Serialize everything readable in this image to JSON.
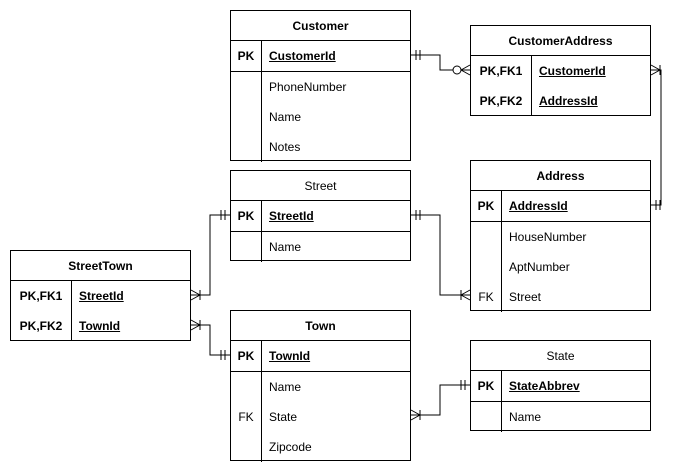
{
  "entities": {
    "customer": {
      "title": "Customer",
      "pk_rows": [
        {
          "key": "PK",
          "field": "CustomerId"
        }
      ],
      "rows": [
        {
          "key": "",
          "field": "PhoneNumber"
        },
        {
          "key": "",
          "field": "Name"
        },
        {
          "key": "",
          "field": "Notes"
        }
      ]
    },
    "customer_address": {
      "title": "CustomerAddress",
      "pk_rows": [
        {
          "key": "PK,FK1",
          "field": "CustomerId"
        },
        {
          "key": "PK,FK2",
          "field": "AddressId"
        }
      ],
      "rows": []
    },
    "street": {
      "title": "Street",
      "pk_rows": [
        {
          "key": "PK",
          "field": "StreetId"
        }
      ],
      "rows": [
        {
          "key": "",
          "field": "Name"
        }
      ]
    },
    "address": {
      "title": "Address",
      "pk_rows": [
        {
          "key": "PK",
          "field": "AddressId"
        }
      ],
      "rows": [
        {
          "key": "",
          "field": "HouseNumber"
        },
        {
          "key": "",
          "field": "AptNumber"
        },
        {
          "key": "FK",
          "field": "Street"
        }
      ]
    },
    "street_town": {
      "title": "StreetTown",
      "pk_rows": [
        {
          "key": "PK,FK1",
          "field": "StreetId"
        },
        {
          "key": "PK,FK2",
          "field": "TownId"
        }
      ],
      "rows": []
    },
    "town": {
      "title": "Town",
      "pk_rows": [
        {
          "key": "PK",
          "field": "TownId"
        }
      ],
      "rows": [
        {
          "key": "",
          "field": "Name"
        },
        {
          "key": "FK",
          "field": "State"
        },
        {
          "key": "",
          "field": "Zipcode"
        }
      ]
    },
    "state": {
      "title": "State",
      "pk_rows": [
        {
          "key": "PK",
          "field": "StateAbbrev"
        }
      ],
      "rows": [
        {
          "key": "",
          "field": "Name"
        }
      ]
    }
  },
  "relationships": [
    {
      "from": "customer",
      "to": "customer_address",
      "from_end": "one-and-only-one",
      "to_end": "zero-or-many"
    },
    {
      "from": "customer_address",
      "to": "address",
      "from_end": "one-or-many",
      "to_end": "one-and-only-one"
    },
    {
      "from": "street",
      "to": "address",
      "from_end": "one-and-only-one",
      "to_end": "one-or-many"
    },
    {
      "from": "street",
      "to": "street_town",
      "from_end": "one-and-only-one",
      "to_end": "one-or-many"
    },
    {
      "from": "town",
      "to": "street_town",
      "from_end": "one-and-only-one",
      "to_end": "one-or-many"
    },
    {
      "from": "state",
      "to": "town",
      "from_end": "one-and-only-one",
      "to_end": "one-or-many"
    }
  ]
}
